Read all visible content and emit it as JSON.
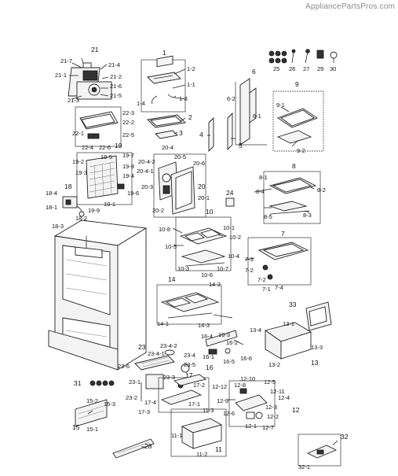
{
  "watermark": "AppliancePartsPros.com",
  "callouts": {
    "c21": "21",
    "c21_7": "21-7",
    "c21_4": "21-4",
    "c21_1": "21-1",
    "c21_2": "21-2",
    "c21_6": "21-6",
    "c21_5": "21-5",
    "c21_3": "21-3",
    "c1": "1",
    "c1_2": "1-2",
    "c1_1": "1-1",
    "c1_4": "1-4",
    "c1_3": "1-3",
    "c2": "2",
    "c3": "3",
    "c4": "4",
    "c5": "5",
    "c6": "6",
    "c6_2": "6-2",
    "c6_1": "6-1",
    "c9": "9",
    "c9_1": "9-1",
    "c9_2": "9-2",
    "c22_3": "22-3",
    "c22_2": "22-2",
    "c22_1": "22-1",
    "c22_5": "22-5",
    "c22_4": "22-4",
    "c22_6": "22-6",
    "c19": "19",
    "c25": "25",
    "c26": "26",
    "c27": "27",
    "c29": "29",
    "c30": "30",
    "c19_7": "19-7",
    "c19_5": "19-5",
    "c19_2": "19-2",
    "c19_3": "19-3",
    "c19_8": "19-8",
    "c19_4": "19-4",
    "c19_6": "19-6",
    "c19_1": "19-1",
    "c19_9": "19-9",
    "c20_4": "20-4",
    "c20_5": "20-5",
    "c20_4_2": "20-4-2",
    "c20_6": "20-6",
    "c20_4_1": "20-4-1",
    "c20_3": "20-3",
    "c20": "20",
    "c20_1": "20-1",
    "c20_2": "20-2",
    "c18": "18",
    "c18_4": "18-4",
    "c18_1": "18-1",
    "c18_2": "18-2",
    "c18_3": "18-3",
    "c24": "24",
    "c8": "8",
    "c8_1": "8-1",
    "c8_4": "8-4",
    "c8_2": "8-2",
    "c8_5": "8-5",
    "c8_3": "8-3",
    "c10": "10",
    "c10_8": "10-8",
    "c10_1": "10-1",
    "c10_2": "10-2",
    "c10_5": "10-5",
    "c10_4": "10-4",
    "c10_3": "10-3",
    "c10_7": "10-7",
    "c10_6": "10-6",
    "c7": "7",
    "c7_3": "7-3",
    "c7_2": "7-2",
    "c7_2b": "7-2",
    "c7_1": "7-1",
    "c7_4": "7-4",
    "c14": "14",
    "c14_2": "14-2",
    "c14_1": "14-1",
    "c14_3": "14-3",
    "c33": "33",
    "c16_4": "16-4",
    "c16_3": "16-3",
    "c16_2": "16-2",
    "c16_1": "16-1",
    "c16_5": "16-5",
    "c16_6": "16-6",
    "c16": "16",
    "c13_4": "13-4",
    "c13_1": "13-1",
    "c13_3": "13-3",
    "c13_2": "13-2",
    "c13": "13",
    "c23": "23",
    "c23_4_2": "23-4-2",
    "c23_4_1": "23-4-1",
    "c23_4": "23-4",
    "c23_5": "23-5",
    "c23_6": "23-6",
    "c23_3": "23-3",
    "c23_1": "23-1",
    "c23_2": "23-2",
    "c17": "17",
    "c17_2": "17-2",
    "c17_4": "17-4",
    "c17_3": "17-3",
    "c17_1": "17-1",
    "c31": "31",
    "c12_12": "12-12",
    "c12_10": "12-10",
    "c12_5": "12-5",
    "c12_8": "12-8",
    "c12_11": "12-11",
    "c12_4": "12-4",
    "c12_9": "12-9",
    "c12_6": "12-6",
    "c12_3": "12-3",
    "c12_2": "12-2",
    "c12_1": "12-1",
    "c12_7": "12-7",
    "c12": "12",
    "c15_2": "15-2",
    "c15_3": "15-3",
    "c15": "15",
    "c15_1": "15-1",
    "c11_3": "11-3",
    "c11_1": "11-1",
    "c11_2": "11-2",
    "c11": "11",
    "c28": "28",
    "c32": "32",
    "c32_1": "32-1"
  }
}
